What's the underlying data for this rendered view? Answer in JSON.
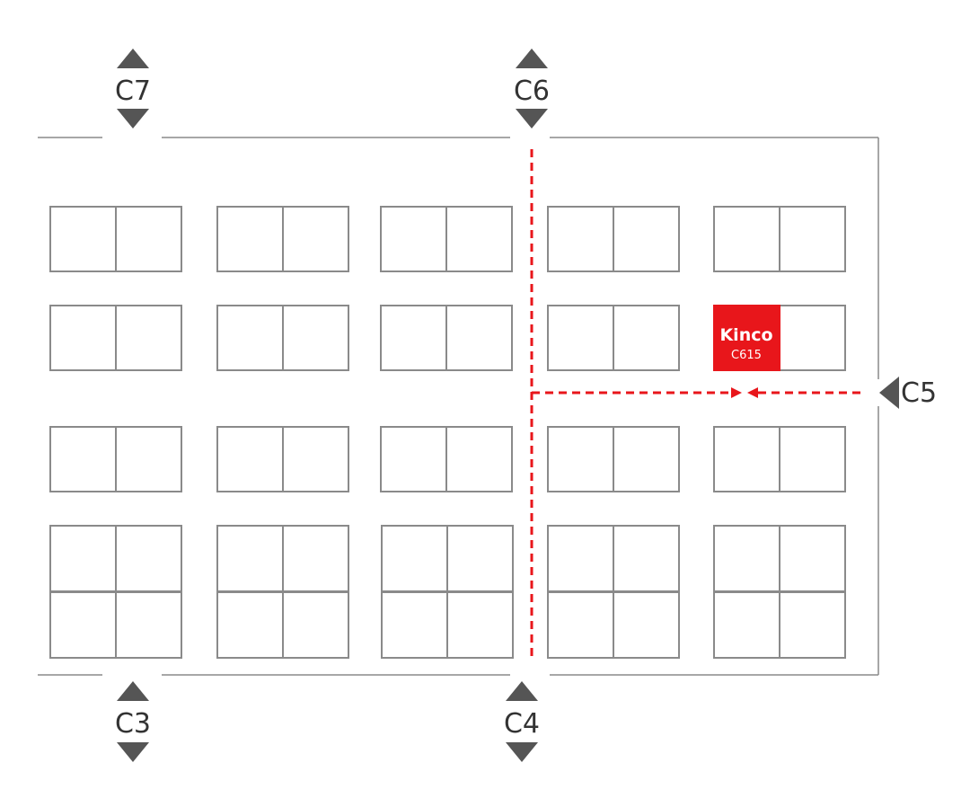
{
  "entrances": {
    "c7": "C7",
    "c6": "C6",
    "c5": "C5",
    "c3": "C3",
    "c4": "C4"
  },
  "highlight_booth": {
    "brand": "Kinco",
    "code": "C615",
    "color": "#e8161b"
  },
  "colors": {
    "booth_stroke": "#8a8a8a",
    "arrow": "#555555",
    "route": "#e8161b"
  }
}
